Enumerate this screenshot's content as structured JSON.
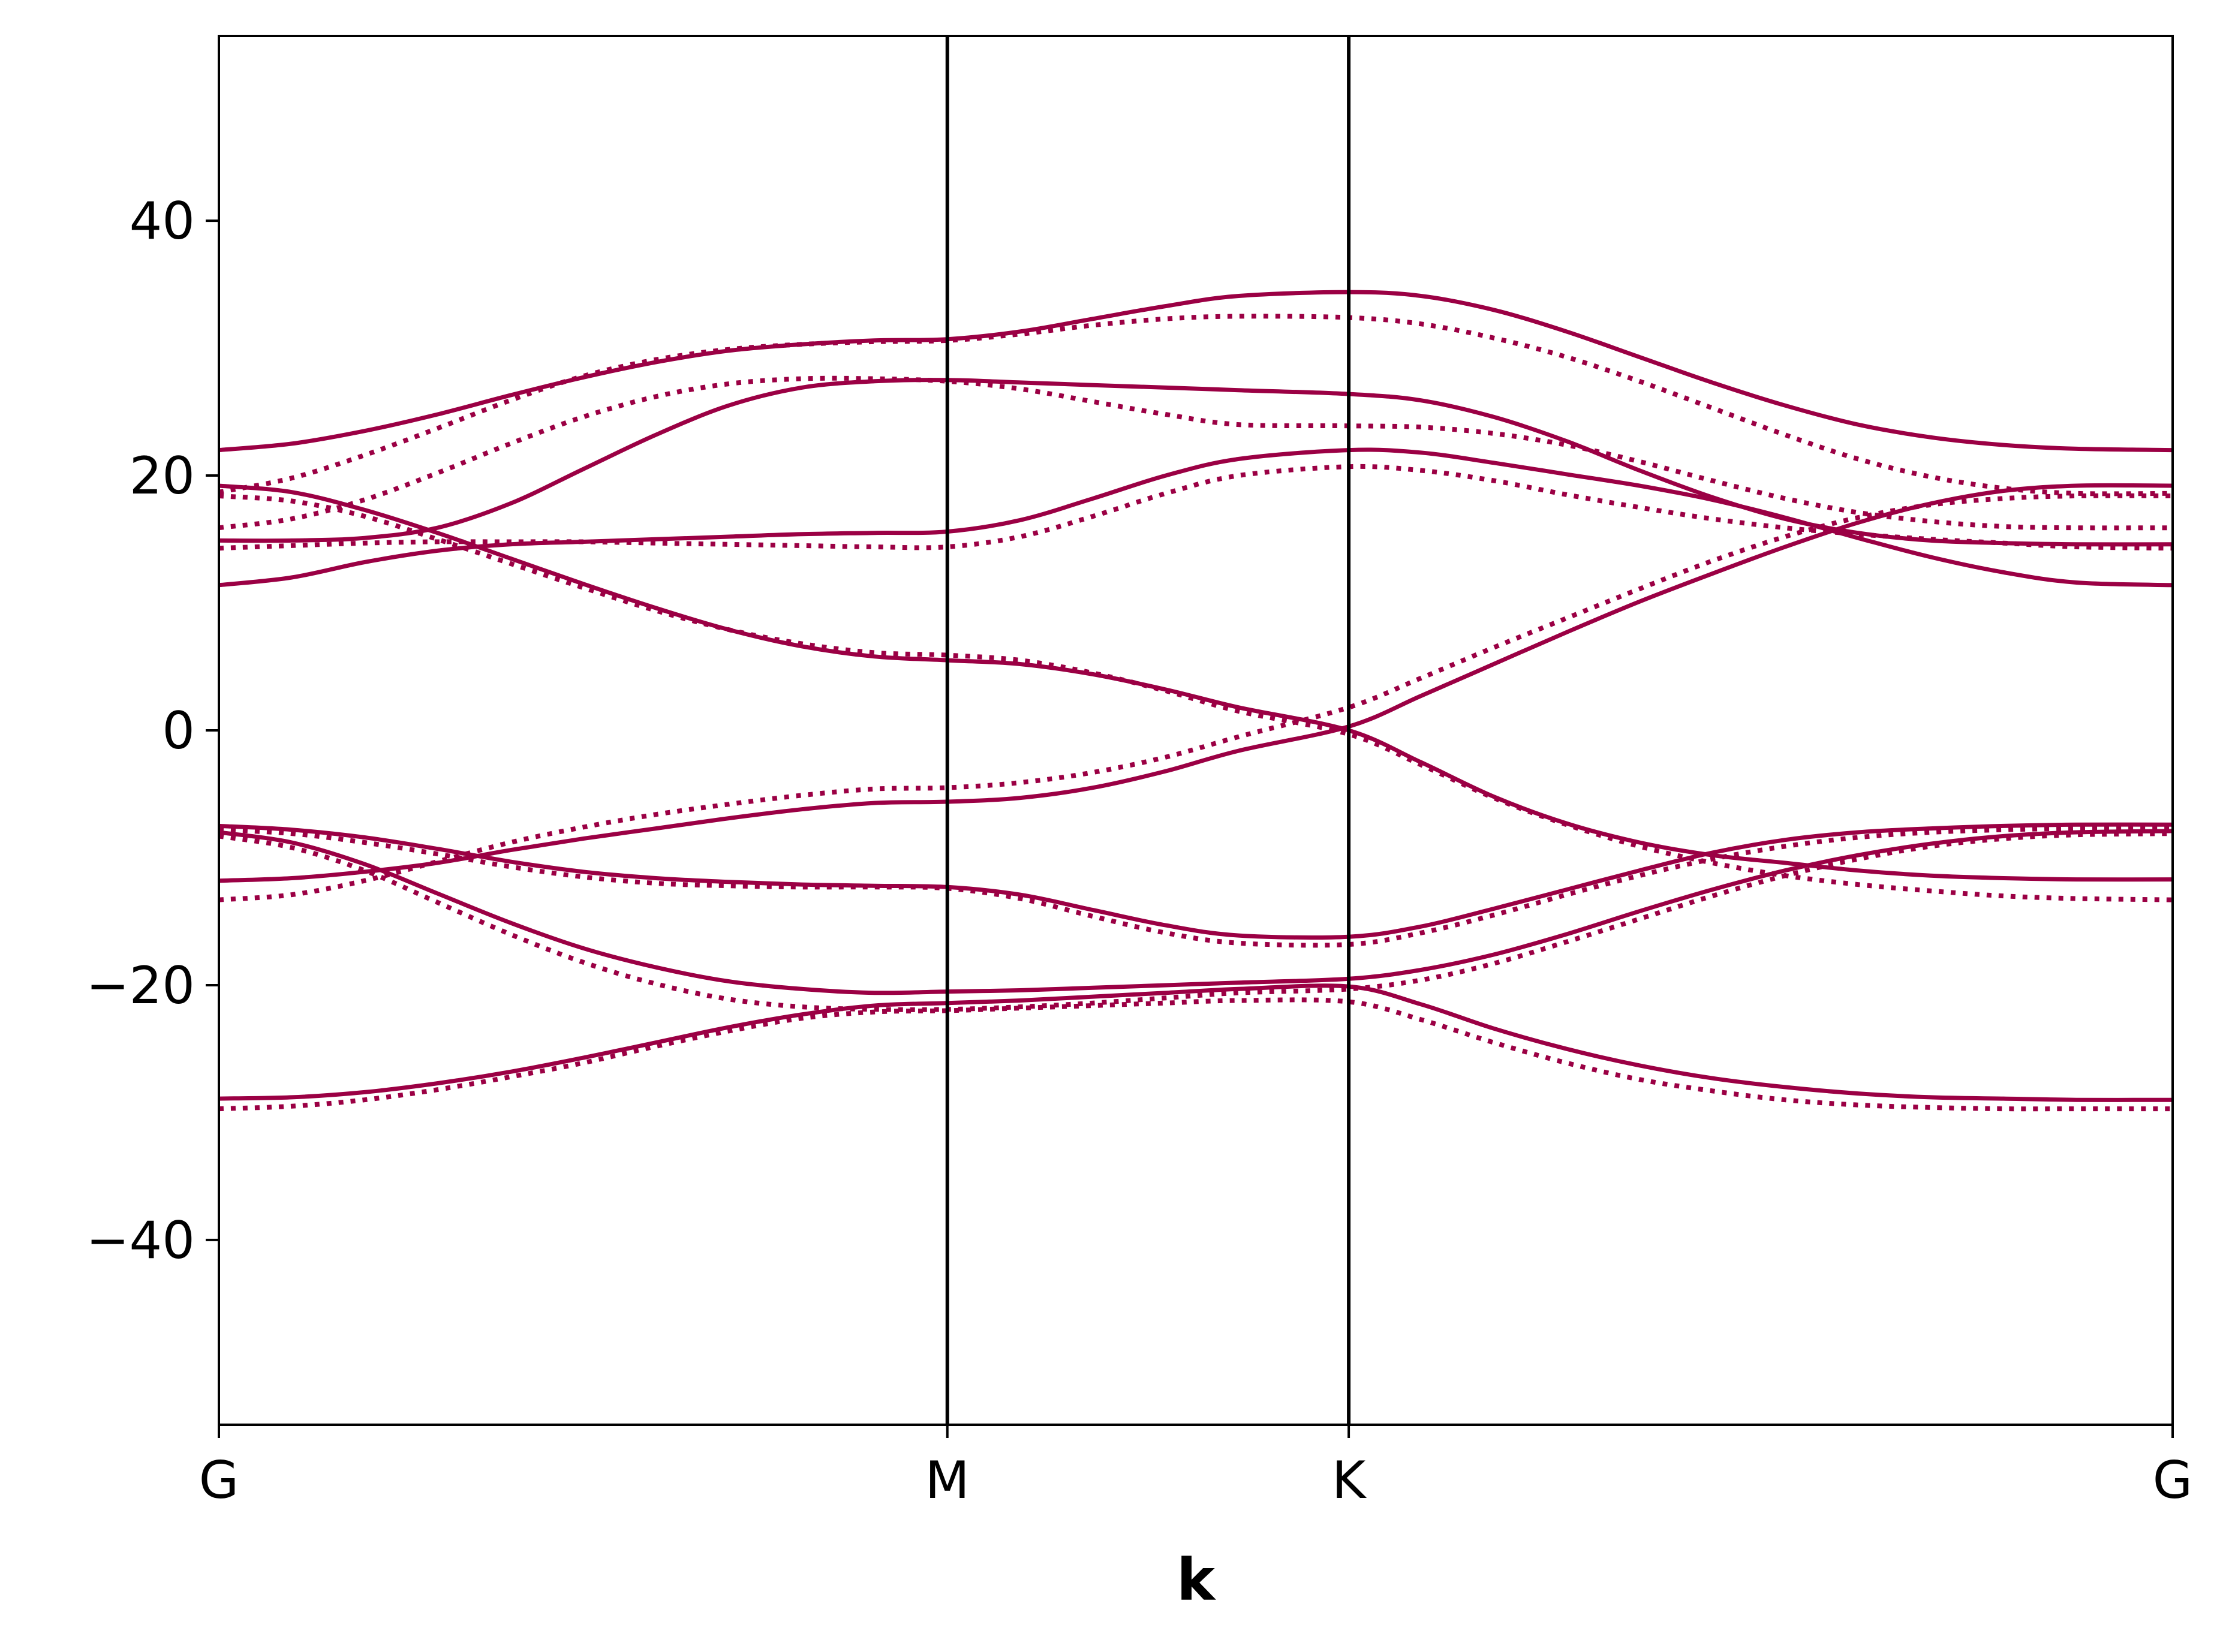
{
  "chart_data": {
    "type": "line",
    "title": "",
    "xlabel": "k",
    "ylabel": "",
    "xlim": [
      0,
      2.682
    ],
    "ylim": [
      -54.5,
      54.5
    ],
    "yticks": [
      -40,
      -20,
      0,
      20,
      40
    ],
    "ytick_labels": [
      "−40",
      "−20",
      "0",
      "20",
      "40"
    ],
    "xticks": [
      0,
      1.0,
      1.551,
      2.682
    ],
    "xtick_labels": [
      "G",
      "M",
      "K",
      "G"
    ],
    "vlines": [
      1.0,
      1.551
    ],
    "grid": false,
    "legend": "none",
    "color": "#9b0044",
    "x": [
      0,
      0.1,
      0.2,
      0.3,
      0.4,
      0.5,
      0.6,
      0.7,
      0.8,
      0.9,
      1.0,
      1.1,
      1.2,
      1.3,
      1.4,
      1.551,
      1.65,
      1.75,
      1.85,
      1.95,
      2.05,
      2.15,
      2.25,
      2.35,
      2.45,
      2.55,
      2.682
    ],
    "series": [
      {
        "style": "solid",
        "values": [
          22.0,
          22.5,
          23.5,
          24.8,
          26.3,
          27.7,
          28.9,
          29.8,
          30.3,
          30.6,
          30.7,
          31.3,
          32.3,
          33.3,
          34.1,
          34.4,
          34.1,
          33.0,
          31.3,
          29.3,
          27.3,
          25.5,
          24.0,
          23.0,
          22.4,
          22.1,
          22.0
        ]
      },
      {
        "style": "solid",
        "values": [
          14.9,
          14.9,
          15.1,
          15.9,
          17.8,
          20.5,
          23.2,
          25.5,
          26.9,
          27.4,
          27.5,
          27.3,
          27.1,
          26.9,
          26.7,
          26.4,
          25.9,
          24.6,
          22.7,
          20.4,
          18.3,
          16.6,
          15.5,
          14.9,
          14.7,
          14.6,
          14.6
        ]
      },
      {
        "style": "solid",
        "values": [
          11.4,
          12.0,
          13.2,
          14.1,
          14.6,
          14.8,
          15.0,
          15.2,
          15.4,
          15.5,
          15.6,
          16.5,
          18.2,
          20.0,
          21.3,
          22.0,
          21.8,
          21.0,
          20.1,
          19.2,
          18.1,
          16.7,
          15.1,
          13.6,
          12.4,
          11.6,
          11.4
        ]
      },
      {
        "style": "solid",
        "values": [
          19.2,
          18.7,
          17.3,
          15.5,
          13.5,
          11.5,
          9.6,
          7.9,
          6.6,
          5.8,
          5.5,
          5.2,
          4.4,
          3.2,
          1.8,
          0.0,
          -2.5,
          -5.2,
          -7.3,
          -8.8,
          -9.8,
          -10.4,
          -11.0,
          -11.4,
          -11.6,
          -11.7,
          -11.7
        ]
      },
      {
        "style": "solid",
        "values": [
          -11.8,
          -11.6,
          -11.1,
          -10.4,
          -9.4,
          -8.5,
          -7.7,
          -6.9,
          -6.2,
          -5.7,
          -5.6,
          -5.3,
          -4.5,
          -3.2,
          -1.6,
          0.3,
          2.7,
          5.2,
          7.7,
          10.1,
          12.3,
          14.4,
          16.3,
          17.8,
          18.8,
          19.2,
          19.2
        ]
      },
      {
        "style": "solid",
        "values": [
          -7.5,
          -7.8,
          -8.4,
          -9.3,
          -10.3,
          -11.1,
          -11.6,
          -11.9,
          -12.1,
          -12.2,
          -12.3,
          -12.9,
          -14.1,
          -15.3,
          -16.1,
          -16.2,
          -15.4,
          -14.0,
          -12.5,
          -11.0,
          -9.6,
          -8.6,
          -8.0,
          -7.7,
          -7.5,
          -7.4,
          -7.4
        ]
      },
      {
        "style": "solid",
        "values": [
          -8.0,
          -8.8,
          -10.5,
          -12.8,
          -15.1,
          -17.1,
          -18.6,
          -19.7,
          -20.3,
          -20.6,
          -20.5,
          -20.4,
          -20.2,
          -20.0,
          -19.8,
          -19.5,
          -18.8,
          -17.6,
          -16.0,
          -14.2,
          -12.5,
          -11.0,
          -9.8,
          -8.9,
          -8.3,
          -8.0,
          -7.9
        ]
      },
      {
        "style": "solid",
        "values": [
          -28.9,
          -28.8,
          -28.4,
          -27.7,
          -26.8,
          -25.7,
          -24.5,
          -23.3,
          -22.3,
          -21.6,
          -21.4,
          -21.2,
          -20.9,
          -20.6,
          -20.3,
          -20.1,
          -21.5,
          -23.4,
          -25.0,
          -26.3,
          -27.3,
          -28.0,
          -28.5,
          -28.8,
          -28.9,
          -29.0,
          -29.0
        ]
      },
      {
        "style": "dotted",
        "values": [
          18.7,
          19.8,
          21.6,
          23.7,
          25.9,
          27.8,
          29.1,
          29.9,
          30.3,
          30.5,
          30.6,
          31.1,
          31.8,
          32.3,
          32.5,
          32.4,
          31.9,
          30.8,
          29.3,
          27.4,
          25.3,
          23.2,
          21.3,
          19.9,
          19.0,
          18.6,
          18.6
        ]
      },
      {
        "style": "dotted",
        "values": [
          15.9,
          16.6,
          18.1,
          20.2,
          22.5,
          24.6,
          26.2,
          27.2,
          27.6,
          27.6,
          27.4,
          26.8,
          25.8,
          24.8,
          24.0,
          23.9,
          23.8,
          23.3,
          22.4,
          21.1,
          19.6,
          18.2,
          17.1,
          16.4,
          16.0,
          15.9,
          15.9
        ]
      },
      {
        "style": "dotted",
        "values": [
          14.3,
          14.5,
          14.7,
          14.8,
          14.8,
          14.8,
          14.7,
          14.6,
          14.5,
          14.4,
          14.4,
          15.2,
          16.8,
          18.6,
          20.0,
          20.7,
          20.4,
          19.6,
          18.5,
          17.5,
          16.6,
          15.9,
          15.4,
          15.0,
          14.7,
          14.4,
          14.3
        ]
      },
      {
        "style": "dotted",
        "values": [
          18.4,
          18.0,
          16.8,
          15.0,
          13.1,
          11.2,
          9.4,
          7.9,
          6.8,
          6.1,
          5.9,
          5.5,
          4.5,
          3.1,
          1.5,
          -0.3,
          -2.7,
          -5.3,
          -7.4,
          -9.1,
          -10.4,
          -11.4,
          -12.1,
          -12.6,
          -13.0,
          -13.2,
          -13.3
        ]
      },
      {
        "style": "dotted",
        "values": [
          -13.3,
          -12.9,
          -11.8,
          -10.3,
          -8.8,
          -7.6,
          -6.6,
          -5.8,
          -5.1,
          -4.6,
          -4.5,
          -4.1,
          -3.3,
          -2.1,
          -0.5,
          1.8,
          4.1,
          6.5,
          8.8,
          11.1,
          13.3,
          15.2,
          16.7,
          17.7,
          18.2,
          18.4,
          18.4
        ]
      },
      {
        "style": "dotted",
        "values": [
          -7.8,
          -8.1,
          -8.8,
          -9.7,
          -10.7,
          -11.5,
          -12.0,
          -12.2,
          -12.3,
          -12.3,
          -12.4,
          -13.2,
          -14.6,
          -15.9,
          -16.7,
          -16.8,
          -15.9,
          -14.5,
          -12.9,
          -11.4,
          -10.1,
          -9.1,
          -8.4,
          -8.0,
          -7.8,
          -7.7,
          -7.7
        ]
      },
      {
        "style": "dotted",
        "values": [
          -8.3,
          -9.2,
          -11.0,
          -13.5,
          -16.0,
          -18.2,
          -19.9,
          -21.1,
          -21.7,
          -21.9,
          -21.9,
          -21.7,
          -21.4,
          -21.0,
          -20.6,
          -20.3,
          -19.6,
          -18.3,
          -16.6,
          -14.8,
          -13.0,
          -11.4,
          -10.1,
          -9.1,
          -8.5,
          -8.2,
          -8.1
        ]
      },
      {
        "style": "dotted",
        "values": [
          -29.7,
          -29.5,
          -29.0,
          -28.2,
          -27.2,
          -26.1,
          -24.8,
          -23.6,
          -22.6,
          -22.1,
          -22.0,
          -21.8,
          -21.6,
          -21.4,
          -21.2,
          -21.3,
          -22.7,
          -24.5,
          -26.1,
          -27.4,
          -28.3,
          -29.0,
          -29.4,
          -29.6,
          -29.7,
          -29.7,
          -29.7
        ]
      }
    ]
  }
}
